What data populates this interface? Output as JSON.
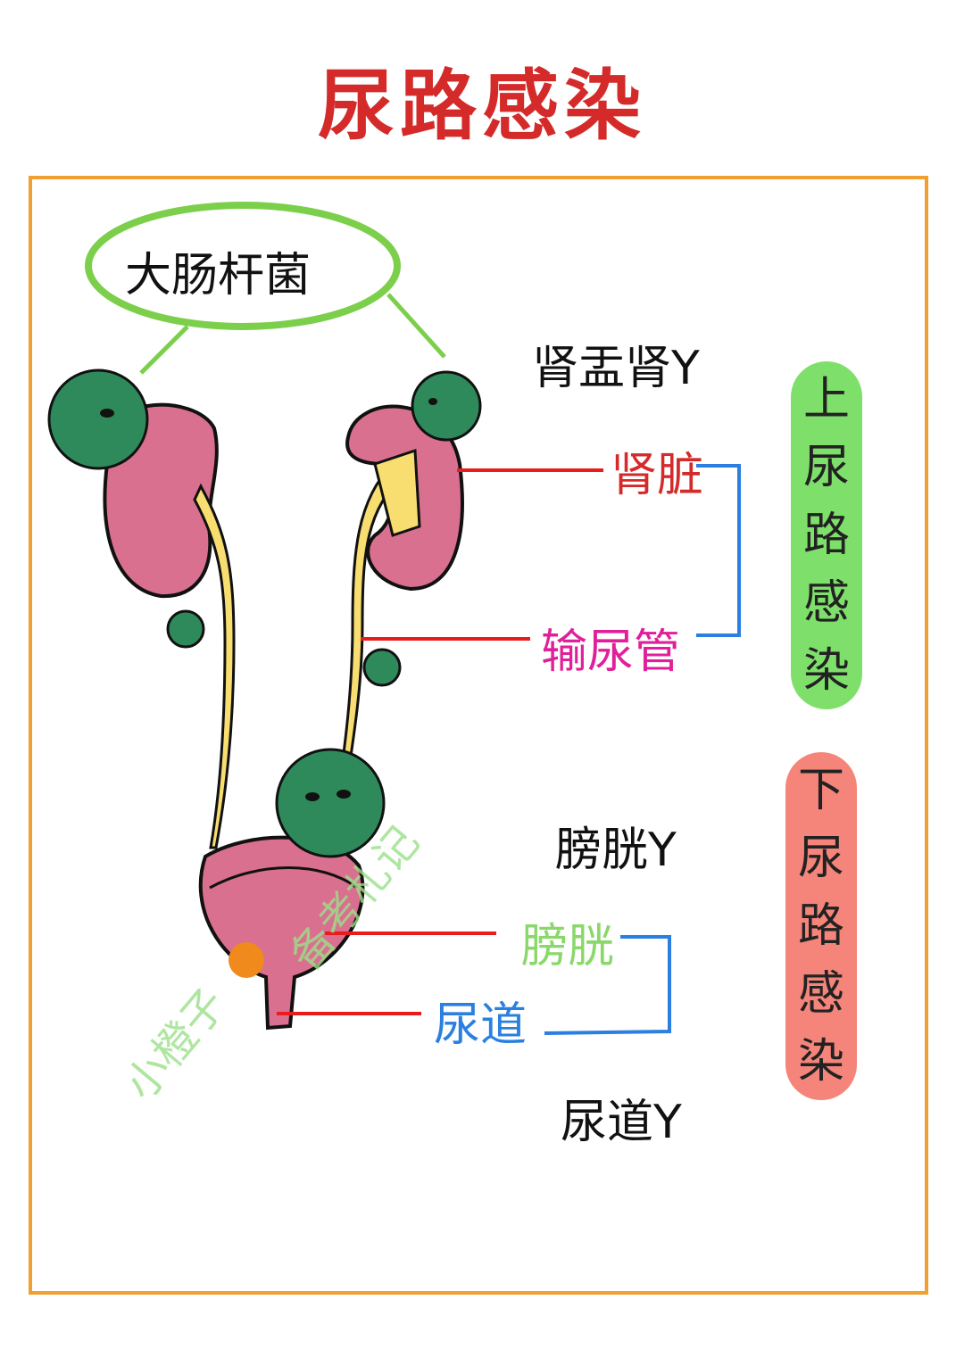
{
  "title": "尿路感染",
  "bacteria_label": "大肠杆菌",
  "upper": {
    "disease": "肾盂肾Y",
    "organs": [
      "肾脏",
      "输尿管"
    ],
    "category": [
      "上",
      "尿",
      "路",
      "感",
      "染"
    ]
  },
  "lower": {
    "disease_bladder": "膀胱Y",
    "disease_urethra": "尿道Y",
    "organs": [
      "膀胱",
      "尿道"
    ],
    "category": [
      "下",
      "尿",
      "路",
      "感",
      "染"
    ]
  },
  "watermark": {
    "part1": "小橙子",
    "part2": "备考札记"
  },
  "colors": {
    "title": "#d42a2a",
    "frame": "#f0a030",
    "kidney": "#d9708f",
    "ureter": "#f8dd70",
    "virus": "#2e8a5a",
    "upper_pill": "#7ee06a",
    "lower_pill": "#f5857a",
    "kidney_label": "#d42a2a",
    "ureter_label": "#e0209a",
    "bladder_label": "#8ad86a",
    "urethra_label": "#2a7fe0"
  }
}
